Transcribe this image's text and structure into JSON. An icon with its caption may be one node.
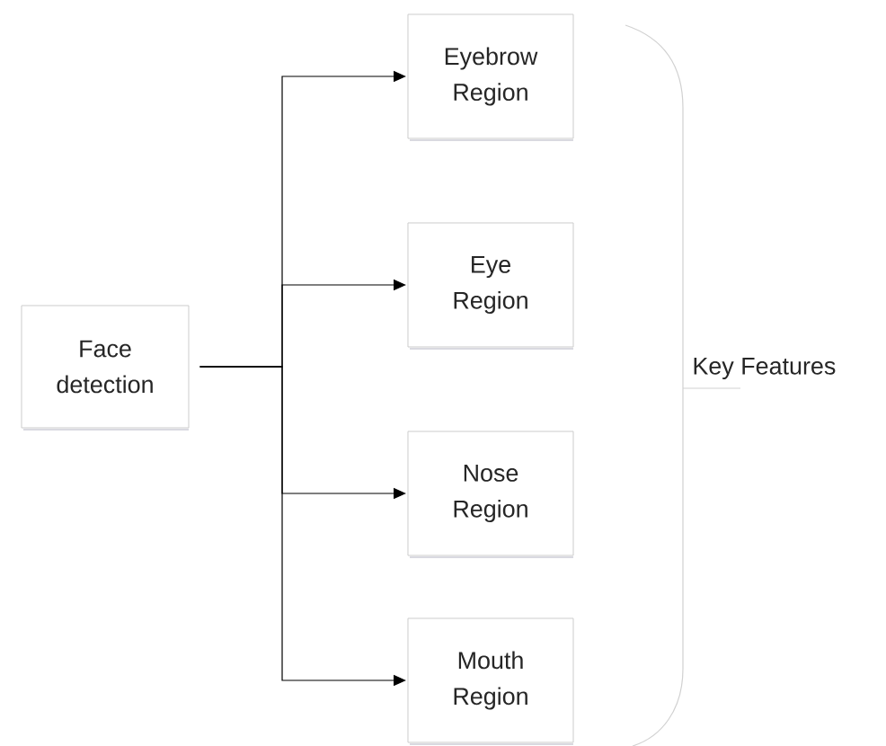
{
  "diagram": {
    "nodes": [
      {
        "text": [
          "Face detection"
        ]
      },
      {
        "text": [
          "Eyebrow Region"
        ]
      },
      {
        "text": [
          "Eye Region"
        ]
      },
      {
        "text": [
          "Nose Region"
        ]
      },
      {
        "text": [
          "Mouth Region"
        ]
      }
    ],
    "edges": [
      {
        "from": 0,
        "to": 1,
        "arrow": "to"
      },
      {
        "from": 0,
        "to": 2,
        "arrow": "to"
      },
      {
        "from": 0,
        "to": 3,
        "arrow": "to"
      },
      {
        "from": 0,
        "to": 4,
        "arrow": "to"
      }
    ],
    "labels": [
      "Key Features"
    ]
  }
}
